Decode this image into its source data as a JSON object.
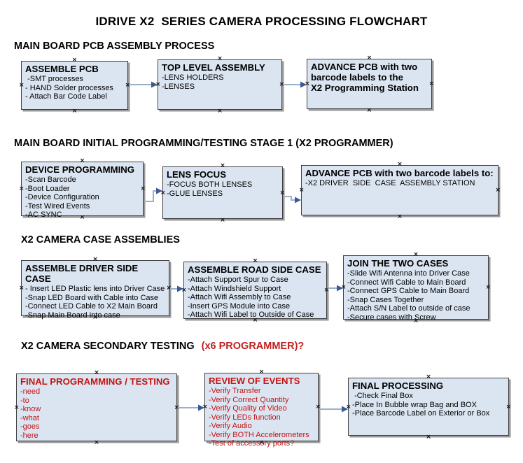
{
  "title": "IDRIVE X2  SERIES CAMERA PROCESSING FLOWCHART",
  "colors": {
    "box_fill": "#dbe5f1",
    "box_border": "#3f3f3f",
    "arrow_line": "#9ab0c9",
    "arrow_head": "#3c5a99",
    "red_text": "#c41414"
  },
  "sections": [
    {
      "heading": "MAIN BOARD PCB ASSEMBLY PROCESS",
      "boxes": [
        {
          "title": "ASSEMBLE PCB",
          "items": [
            " -SMT processes",
            "- HAND Solder processes",
            "- Attach Bar Code Label"
          ]
        },
        {
          "title": "TOP LEVEL ASSEMBLY",
          "items": [
            "-LENS HOLDERS",
            "-LENSES"
          ]
        },
        {
          "title": "ADVANCE PCB with two\nbarcode labels to the\n X2 Programming Station",
          "items": []
        }
      ]
    },
    {
      "heading": "MAIN BOARD INITIAL PROGRAMMING/TESTING STAGE 1 (X2 PROGRAMMER)",
      "boxes": [
        {
          "title": "DEVICE PROGRAMMING",
          "items": [
            "-Scan Barcode",
            "-Boot Loader",
            "-Device Configuration",
            "-Test Wired Events",
            "-AC SYNC"
          ]
        },
        {
          "title": "LENS FOCUS",
          "items": [
            "-FOCUS BOTH LENSES",
            "-GLUE LENSES"
          ]
        },
        {
          "title": "ADVANCE PCB with two barcode labels to:",
          "items": [
            "-X2 DRIVER  SIDE  CASE  ASSEMBLY STATION"
          ]
        }
      ]
    },
    {
      "heading": "X2 CAMERA CASE ASSEMBLIES",
      "boxes": [
        {
          "title": "ASSEMBLE DRIVER SIDE CASE",
          "items": [
            "- Insert LED Plastic lens into Driver Case",
            "-Snap LED Board with Cable into Case",
            "-Connect LED Cable to X2 Main Board",
            "-Snap Main Board into case"
          ]
        },
        {
          "title": "ASSEMBLE ROAD SIDE CASE",
          "items": [
            "-Attach Support Spur to Case",
            "-Attach Windshield Support",
            "-Attach Wifi Assembly to Case",
            "-Insert GPS Module into Case",
            "-Attach Wifi Label to Outside of Case"
          ]
        },
        {
          "title": "JOIN THE TWO CASES",
          "items": [
            "-Slide Wifi Antenna into Driver Case",
            "-Connect Wifi Cable to Main Board",
            "-Connect GPS Cable to Main Board",
            "-Snap Cases Together",
            "-Attach S/N Label to outside of case",
            "-Secure cases with Screw"
          ]
        }
      ]
    },
    {
      "heading": "X2 CAMERA SECONDARY TESTING ",
      "heading_suffix": "(x6 PROGRAMMER)?",
      "boxes": [
        {
          "title": "FINAL PROGRAMMING / TESTING",
          "red": true,
          "items": [
            "-need",
            "-to",
            "-know",
            "-what",
            "-goes",
            "-here"
          ]
        },
        {
          "title": "REVIEW OF EVENTS",
          "red": true,
          "items": [
            "-Verify Transfer",
            "-Verify Correct Quantity",
            "-Verify Quality of Video",
            "-Verify LEDs function",
            "-Verify Audio",
            "-Verify BOTH Accelerometers",
            "-Test of accessory ports?"
          ]
        },
        {
          "title": "FINAL PROCESSING",
          "items": [
            " -Check Final Box",
            "-Place In Bubble wrap Bag and BOX",
            "-Place Barcode Label on Exterior or Box"
          ]
        }
      ]
    }
  ]
}
